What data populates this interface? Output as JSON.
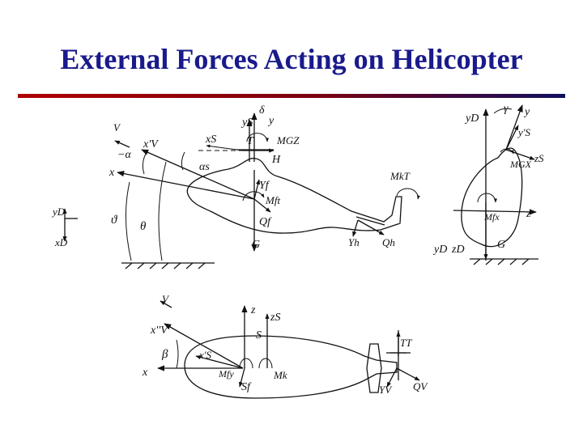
{
  "title": "External Forces Acting on Helicopter",
  "colors": {
    "title": "#1a1a8c",
    "rule_left": "#b00000",
    "rule_right": "#101060"
  },
  "side_view": {
    "V": "V",
    "xV": "x'V",
    "xS": "xS",
    "x": "x",
    "alpha": "−α",
    "alphas": "αs",
    "yS": "yS",
    "y": "y",
    "delta": "δ",
    "T": "T",
    "MGZ": "MGZ",
    "H": "H",
    "Yf": "Yf",
    "Mft": "Mft",
    "Qf": "Qf",
    "G": "G",
    "MkT": "MkT",
    "Yh": "Yh",
    "Qh": "Qh",
    "theta_pitch": "ϑ",
    "theta": "θ",
    "yD": "yD",
    "xD": "xD"
  },
  "front_view": {
    "yD": "yD",
    "gamma": "γ",
    "y": "y",
    "yS": "y'S",
    "zS": "zS",
    "MGX": "MGX",
    "Mfx": "Mfx",
    "z": "z",
    "yD2": "yD",
    "zD": "zD",
    "G": "G"
  },
  "top_view": {
    "V": "V",
    "xV2": "x''V",
    "z": "z",
    "zS": "zS",
    "S": "S",
    "xS": "x'S",
    "beta": "β",
    "x": "x",
    "Mfy": "Mfy",
    "Sf": "Sf",
    "Mk": "Mk",
    "TT": "TT",
    "YV": "YV",
    "QV": "QV"
  }
}
